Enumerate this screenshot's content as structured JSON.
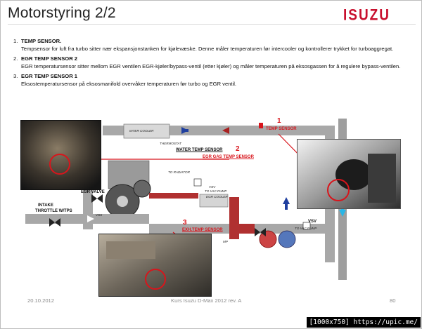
{
  "slide": {
    "title": "Motorstyring 2/2",
    "logo_text": "ISUZU",
    "brand_color": "#c8102e"
  },
  "items": [
    {
      "num": "1.",
      "heading": "TEMP SENSOR.",
      "desc": "Tempsensor for luft fra turbo sitter nær ekspansjonstanken for kjølevæske. Denne måler temperaturen før intercooler og kontrollerer trykket for turboaggregat."
    },
    {
      "num": "2.",
      "heading": "EGR TEMP SENSOR 2",
      "desc": "EGR temperatursensor sitter mellom EGR ventilen EGR-kjøler/bypass-ventil (etter kjøler) og måler temperaturen på eksosgassen for å regulere bypass-ventilen."
    },
    {
      "num": "3.",
      "heading": "EGR TEMP SENSOR 1",
      "desc": "Eksostemperatursensor på eksosmanifold overvåker temperaturen før turbo og EGR ventil."
    }
  ],
  "diagram": {
    "intercooler": "INTER COOLER",
    "temp_sensor": "TEMP SENSOR",
    "thermostat": "THERMOSTAT",
    "water_temp_sensor": "WATER TEMP  SENSOR",
    "egr_gas_temp_sensor": "EGR GAS TEMP SENSOR",
    "to_radiator": "TO RADIATOR",
    "egr_cooler": "EGR COOLER",
    "vsv_top": "VSV",
    "to_vac_pump_top": "TO VAC.PUMP",
    "egr_valve": "EGR VALVE",
    "intake_throttle": "INTAKE\nTHROTTLE W/TPS",
    "vss": "VSS",
    "exh_temp_sensor": "EXH.TEMP  SENSOR",
    "vsv_right": "VSV",
    "to_vac_pump_right": "TO VAC.PUMP",
    "mp": "MP",
    "num1": "1",
    "num2": "2",
    "num3": "3"
  },
  "footer": {
    "date": "20.10.2012",
    "course": "Kurs Isuzu D-Max 2012 rev. A",
    "page": "80"
  },
  "watermark": "[1000x750] https://upic.me/",
  "colors": {
    "pipe_grey": "#9e9e9e",
    "hot_red": "#b03030",
    "arrow_blue": "#1f3f9f",
    "cyan_arrow": "#29b6e6",
    "label_red": "#d8151c"
  }
}
